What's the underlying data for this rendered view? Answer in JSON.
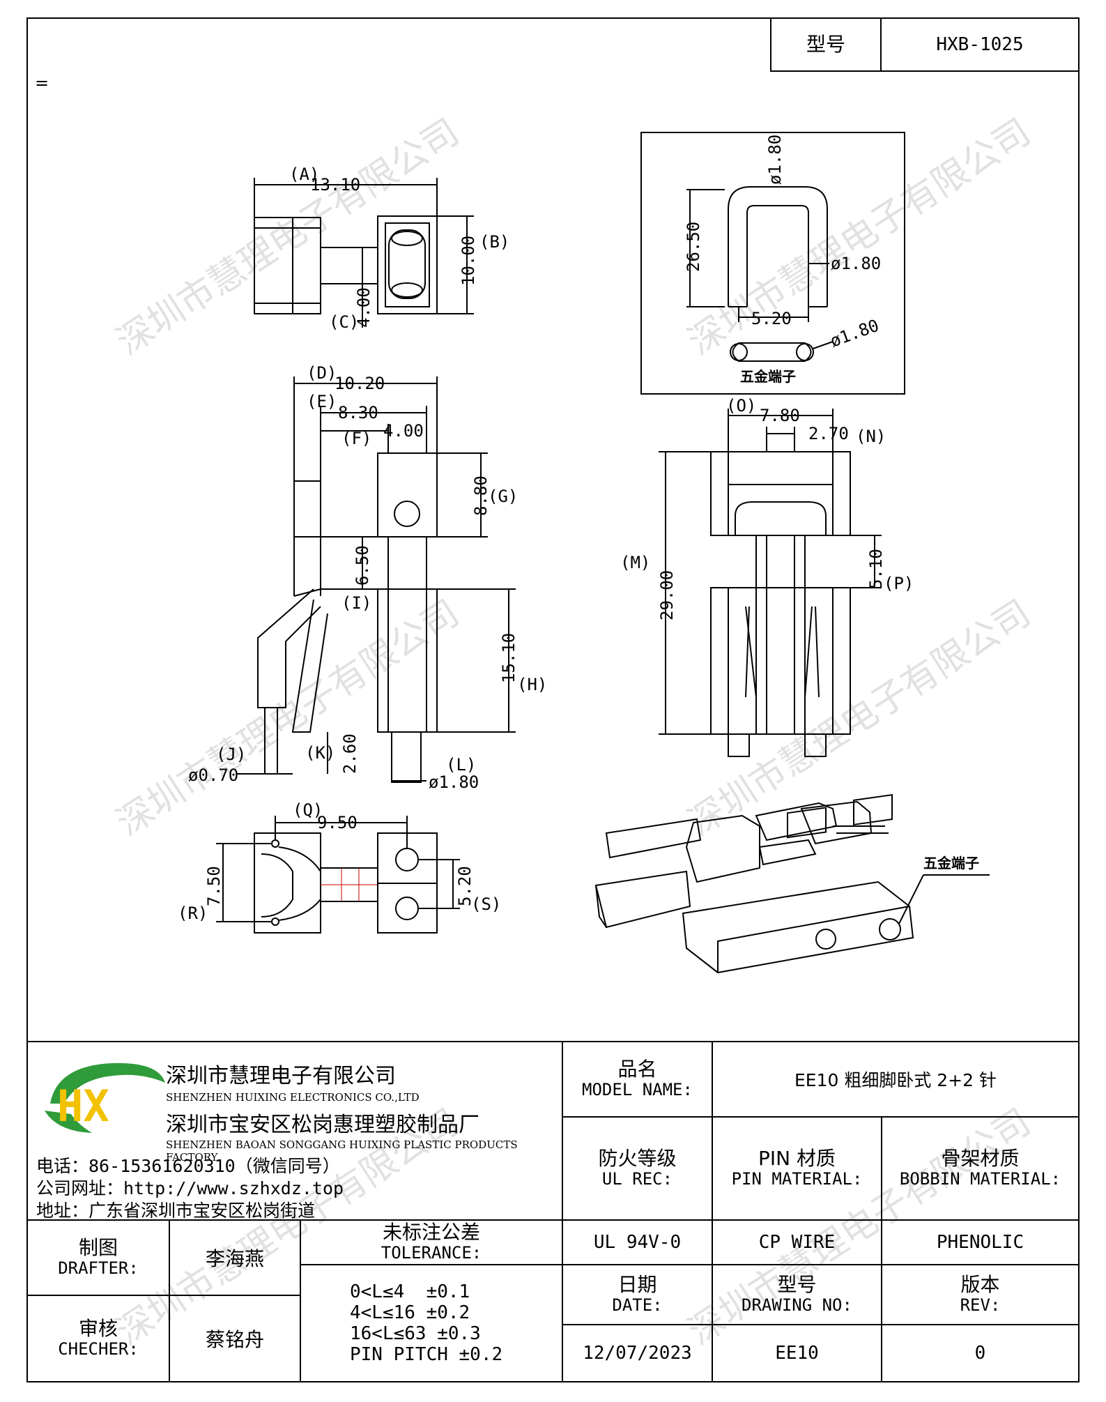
{
  "header": {
    "model_label": "型号",
    "model_value": "HXB-1025",
    "mark": "="
  },
  "drawing": {
    "top_view": {
      "a": "13.10",
      "a_tag": "(A)",
      "b": "10.00",
      "b_tag": "(B)",
      "c": "4.00",
      "c_tag": "(C)"
    },
    "side_view": {
      "d": "10.20",
      "d_tag": "(D)",
      "e": "8.30",
      "e_tag": "(E)",
      "f": "4.00",
      "f_tag": "(F)",
      "g": "8.80",
      "g_tag": "(G)",
      "i": "6.50",
      "i_tag": "(I)",
      "h": "15.10",
      "h_tag": "(H)",
      "j": "ø0.70",
      "j_tag": "(J)",
      "k": "2.60",
      "k_tag": "(K)",
      "l": "ø1.80",
      "l_tag": "(L)"
    },
    "pin_detail": {
      "d1": "ø1.80",
      "h": "26.50",
      "d2": "ø1.80",
      "w": "5.20",
      "d3": "ø1.80",
      "caption": "五金端子"
    },
    "front_view": {
      "o": "7.80",
      "o_tag": "(O)",
      "n": "2.70",
      "n_tag": "(N)",
      "m": "29.00",
      "m_tag": "(M)",
      "p": "5.10",
      "p_tag": "(P)"
    },
    "bottom_view": {
      "q": "9.50",
      "q_tag": "(Q)",
      "r": "7.50",
      "r_tag": "(R)",
      "s": "5.20",
      "s_tag": "(S)"
    },
    "iso_callout": "五金端子"
  },
  "watermark": "深圳市慧理电子有限公司",
  "company": {
    "logo_text": "HX",
    "name_cn": "深圳市慧理电子有限公司",
    "name_en": "SHENZHEN HUIXING ELECTRONICS CO.,LTD",
    "factory_cn": "深圳市宝安区松岗惠理塑胶制品厂",
    "factory_en": "SHENZHEN BAOAN SONGGANG HUIXING PLASTIC PRODUCTS FACTORY",
    "phone": "电话：86-15361620310（微信同号）",
    "website": "公司网址：http://www.szhxdz.top",
    "address": "地址：广东省深圳市宝安区松岗街道"
  },
  "title_block": {
    "model_name_cn": "品名",
    "model_name_en": "MODEL NAME:",
    "model_name_value": "EE10 粗细脚卧式 2+2 针",
    "ul_cn": "防火等级",
    "ul_en": "UL REC:",
    "pin_cn": "PIN 材质",
    "pin_en": "PIN MATERIAL:",
    "bobbin_cn": "骨架材质",
    "bobbin_en": "BOBBIN MATERIAL:",
    "ul_value": "UL 94V-0",
    "pin_value": "CP WIRE",
    "bobbin_value": "PHENOLIC",
    "drafter_cn": "制图",
    "drafter_en": "DRAFTER:",
    "drafter_name": "李海燕",
    "checker_cn": "审核",
    "checker_en": "CHECHER:",
    "checker_name": "蔡铭舟",
    "tolerance_cn": "未标注公差",
    "tolerance_en": "TOLERANCE:",
    "tolerance_lines": [
      "0<L≤4  ±0.1",
      "4<L≤16 ±0.2",
      "16<L≤63 ±0.3",
      "PIN PITCH ±0.2"
    ],
    "date_cn": "日期",
    "date_en": "DATE:",
    "drawing_no_cn": "型号",
    "drawing_no_en": "DRAWING NO:",
    "rev_cn": "版本",
    "rev_en": "REV:",
    "date_value": "12/07/2023",
    "drawing_no_value": "EE10",
    "rev_value": "0"
  }
}
